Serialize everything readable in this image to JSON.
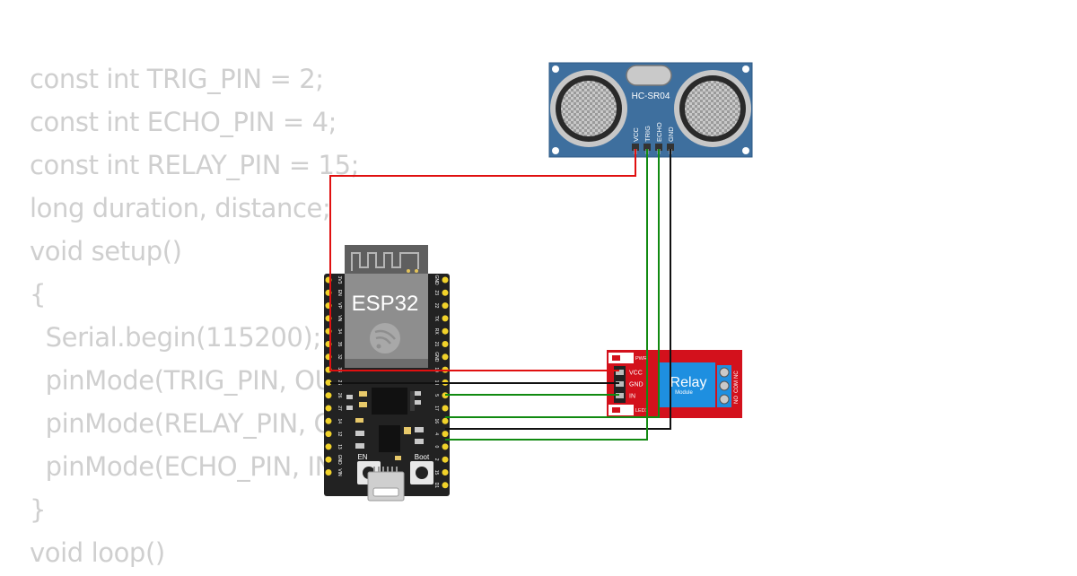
{
  "code_lines": [
    "const int TRIG_PIN = 2;",
    "const int ECHO_PIN = 4;",
    "const int RELAY_PIN = 15;",
    "long duration, distance;",
    "void setup()",
    "{",
    "  Serial.begin(115200);",
    "  pinMode(TRIG_PIN, OUTPUT);",
    "  pinMode(RELAY_PIN, OUTPUT);",
    "  pinMode(ECHO_PIN, INPUT);",
    "}",
    "void loop()"
  ],
  "esp32": {
    "label": "ESP32",
    "left_pins": [
      "3V3",
      "EN",
      "VP",
      "VN",
      "34",
      "35",
      "32",
      "33",
      "25",
      "26",
      "27",
      "14",
      "12",
      "13",
      "GND",
      "VIN"
    ],
    "right_pins": [
      "GND",
      "23",
      "22",
      "TX",
      "RX",
      "21",
      "GND",
      "19",
      "18",
      "5",
      "17",
      "16",
      "4",
      "0",
      "2",
      "15",
      "D1"
    ],
    "en_label": "EN",
    "boot_label": "Boot"
  },
  "sensor": {
    "label": "HC-SR04",
    "pins": [
      "VCC",
      "TRIG",
      "ECHO",
      "GND"
    ]
  },
  "relay": {
    "title": "Relay",
    "subtitle": "Module",
    "pins": [
      "VCC",
      "GND",
      "IN"
    ],
    "pwr_label": "PWR",
    "led_label": "LED1",
    "terminals": [
      "NO",
      "COM",
      "NC"
    ]
  },
  "colors": {
    "code_text": "#cfcfcf",
    "wire_red": "#e01010",
    "wire_black": "#111111",
    "wire_green": "#118a11",
    "sensor_board": "#3e6f9e",
    "relay_board": "#d3111c",
    "relay_block": "#1e8fe0",
    "esp_board": "#222222",
    "esp_module": "#8e8e8e"
  }
}
